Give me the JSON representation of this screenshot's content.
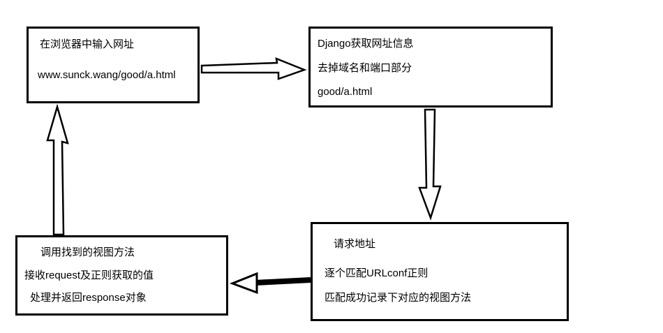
{
  "diagram": {
    "colors": {
      "box_border": "#000000",
      "background": "#ffffff",
      "text": "#000000"
    },
    "box_browser": {
      "line1": "在浏览器中输入网址",
      "line2": "www.sunck.wang/good/a.html"
    },
    "box_django": {
      "line1": "Django获取网址信息",
      "line2": "去掉域名和端口部分",
      "line3": "good/a.html"
    },
    "box_urlconf": {
      "line1": "请求地址",
      "line2": "逐个匹配URLconf正则",
      "line3": "匹配成功记录下对应的视图方法"
    },
    "box_view": {
      "line1": "调用找到的视图方法",
      "line2": "接收request及正则获取的值",
      "line3": "处理并返回response对象"
    }
  }
}
